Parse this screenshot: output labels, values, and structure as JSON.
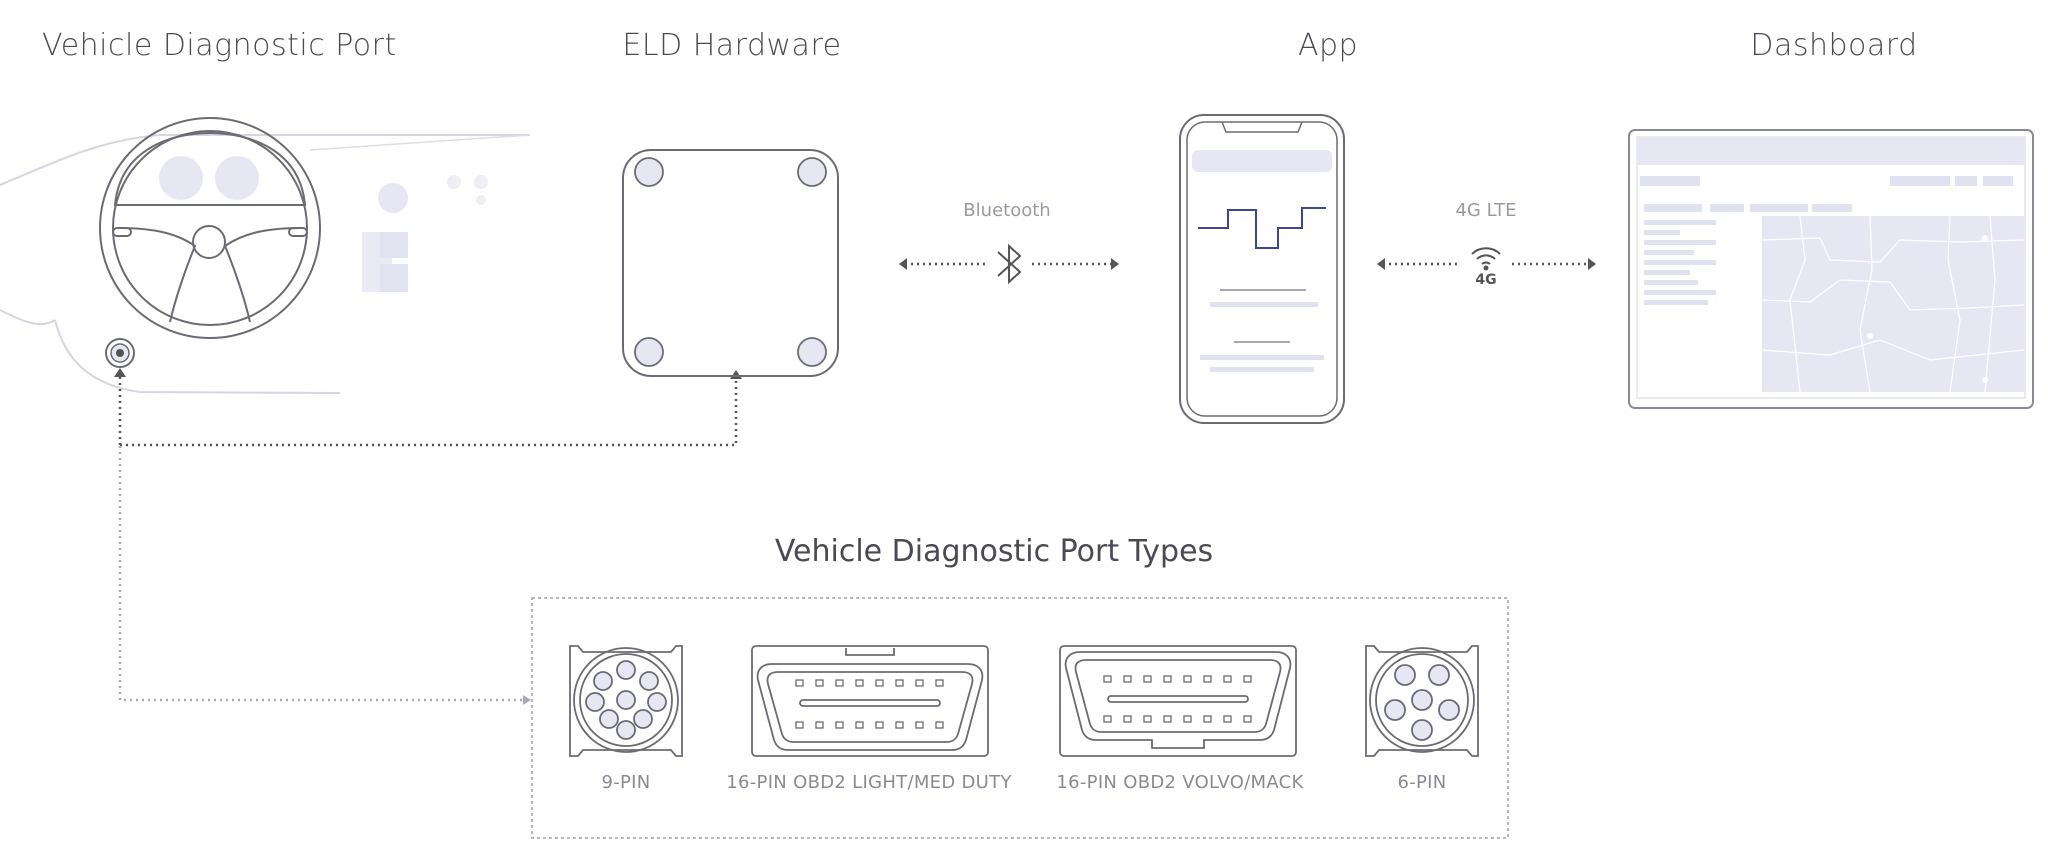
{
  "headers": {
    "vehicle_port": "Vehicle Diagnostic Port",
    "eld_hardware": "ELD Hardware",
    "app": "App",
    "dashboard": "Dashboard"
  },
  "links": {
    "bluetooth": "Bluetooth",
    "lte": "4G LTE",
    "lte_badge": "4G"
  },
  "port_types": {
    "title": "Vehicle Diagnostic Port Types",
    "items": [
      {
        "label": "9-PIN",
        "icon": "9-pin-connector-icon"
      },
      {
        "label": "16-PIN OBD2 LIGHT/MED DUTY",
        "icon": "obd2-light-connector-icon"
      },
      {
        "label": "16-PIN OBD2 VOLVO/MACK",
        "icon": "obd2-volvo-connector-icon"
      },
      {
        "label": "6-PIN",
        "icon": "6-pin-connector-icon"
      }
    ]
  },
  "colors": {
    "stroke": "#6b6b74",
    "light_stroke": "#c7c8d6",
    "accent_fill": "#e6e7f3",
    "line_graph": "#3d4694",
    "dotted": "#a8aab8"
  }
}
